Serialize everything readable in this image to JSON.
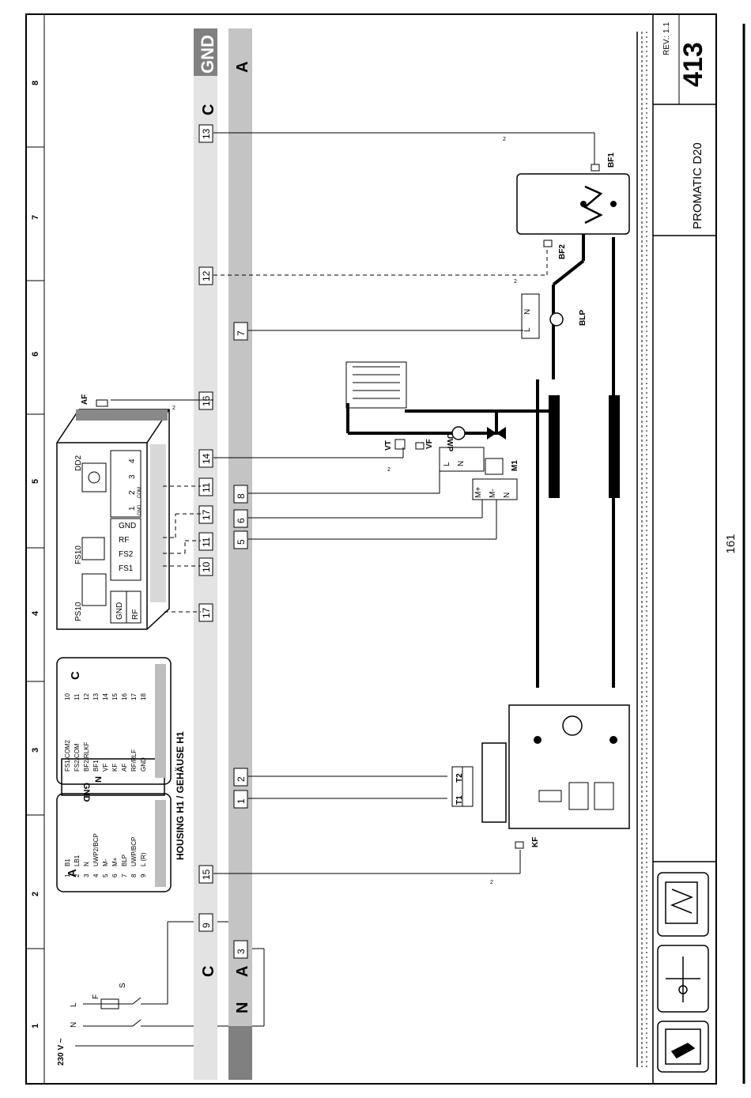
{
  "title_block": {
    "rev": "REV.: 1.1",
    "sheet": "413",
    "product": "PROMATIC D20"
  },
  "page_number": "161",
  "frame": {
    "grid_numbers": [
      "1",
      "2",
      "3",
      "4",
      "5",
      "6",
      "7",
      "8"
    ]
  },
  "supply": {
    "voltage": "230 V ~",
    "terminals": [
      "N",
      "L"
    ],
    "fuse": "F",
    "switch": "S"
  },
  "bars": {
    "c_label": "C",
    "gnd_label": "GND",
    "a_label": "A",
    "n_label": "N",
    "c_terminals": [
      "9",
      "15",
      "17",
      "10",
      "11",
      "17",
      "11",
      "14",
      "16",
      "12",
      "13"
    ],
    "a_terminals": [
      "3",
      "1",
      "2",
      "5",
      "6",
      "8",
      "7"
    ]
  },
  "housing": {
    "label": "HOUSING H1 / GEHÄUSE H1"
  },
  "legend_a": {
    "label": "A",
    "rows": [
      {
        "n": "1",
        "t": "B1"
      },
      {
        "n": "2",
        "t": "LB1"
      },
      {
        "n": "3",
        "t": "N"
      },
      {
        "n": "4",
        "t": "UWP2/BCP"
      },
      {
        "n": "5",
        "t": "M-"
      },
      {
        "n": "6",
        "t": "M+"
      },
      {
        "n": "7",
        "t": "BLP"
      },
      {
        "n": "8",
        "t": "UWP/BCP"
      },
      {
        "n": "9",
        "t": "L (R)"
      }
    ]
  },
  "legend_mid": {
    "gnd": "GND",
    "n": "N"
  },
  "legend_c": {
    "label": "C",
    "rows": [
      {
        "n": "10",
        "t": "FS1/COM2"
      },
      {
        "n": "11",
        "t": "FS2/COM"
      },
      {
        "n": "12",
        "t": "BF2/RLKF"
      },
      {
        "n": "13",
        "t": "BF1"
      },
      {
        "n": "14",
        "t": "VF"
      },
      {
        "n": "15",
        "t": "KF"
      },
      {
        "n": "16",
        "t": "AF"
      },
      {
        "n": "17",
        "t": "RF/RLF"
      },
      {
        "n": "18",
        "t": "GND"
      }
    ]
  },
  "modules": {
    "ps10": {
      "name": "PS10",
      "terminals": [
        "GND",
        "RF"
      ]
    },
    "fs10": {
      "name": "FS10",
      "terminals": [
        "GND",
        "RF",
        "FS2",
        "FS1"
      ]
    },
    "dd2": {
      "name": "DD2",
      "terminals": [
        "1",
        "2",
        "3",
        "4"
      ],
      "sub": [
        "GND",
        "COM"
      ]
    },
    "af": "AF"
  },
  "components": {
    "kf": "KF",
    "t1": "T1",
    "t2": "T2",
    "vt": "VT",
    "vf": "VF",
    "uwp": "UWP",
    "m1": "M1",
    "blp": "BLP",
    "bf1": "BF1",
    "bf2": "BF2",
    "uwp_terminals": [
      "L",
      "N"
    ],
    "blp_terminals": [
      "L",
      "N"
    ],
    "m1_terminals": [
      "M+",
      "M-",
      "N"
    ]
  },
  "wire_count": "2"
}
